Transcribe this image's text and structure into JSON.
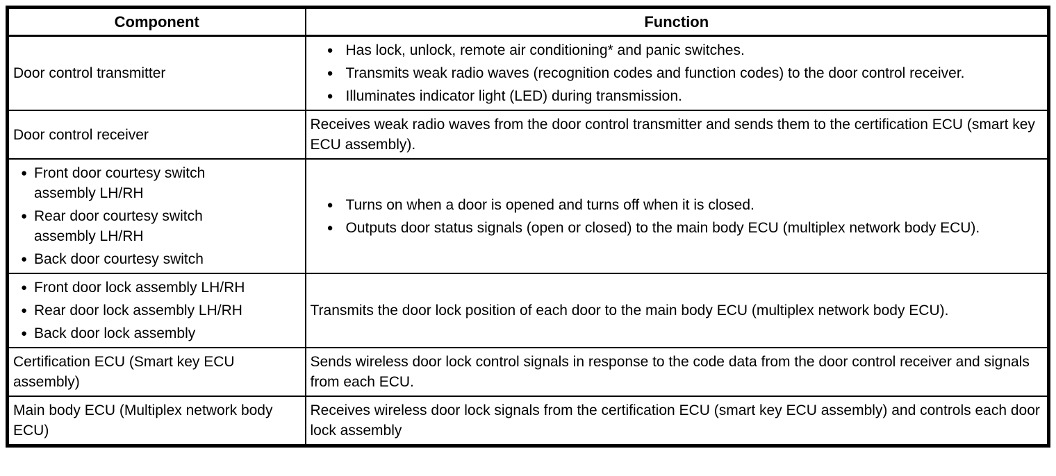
{
  "page": {
    "background_color": "#ffffff",
    "text_color": "#000000",
    "border_color": "#000000"
  },
  "table": {
    "headers": [
      "Component",
      "Function"
    ],
    "rows": [
      {
        "component": {
          "text": "Door control transmitter"
        },
        "function": {
          "bullets": [
            "Has lock, unlock, remote air conditioning* and panic switches.",
            "Transmits weak radio waves (recognition codes and function codes) to the door control receiver.",
            "Illuminates indicator light (LED) during transmission."
          ]
        }
      },
      {
        "component": {
          "text": "Door control receiver"
        },
        "function": {
          "text": "Receives weak radio waves from the door control transmitter and sends them to the certification ECU (smart key ECU assembly)."
        }
      },
      {
        "component": {
          "bullets": [
            "Front door courtesy switch assembly LH/RH",
            "Rear door courtesy switch assembly LH/RH",
            "Back door courtesy switch"
          ]
        },
        "function": {
          "bullets": [
            "Turns on when a door is opened and turns off when it is closed.",
            "Outputs door status signals (open or closed) to the main body ECU (multiplex network body ECU)."
          ]
        }
      },
      {
        "component": {
          "bullets": [
            "Front door lock assembly LH/RH",
            "Rear door lock assembly LH/RH",
            "Back door lock assembly"
          ]
        },
        "function": {
          "text": "Transmits the door lock position of each door to the main body ECU (multiplex network body ECU)."
        }
      },
      {
        "component": {
          "text": "Certification ECU (Smart key ECU assembly)"
        },
        "function": {
          "text": "Sends wireless door lock control signals in response to the code data from the door control receiver and signals from each ECU."
        }
      },
      {
        "component": {
          "text": "Main body ECU (Multiplex network body ECU)"
        },
        "function": {
          "text": "Receives wireless door lock signals from the certification ECU (smart key ECU assembly) and controls each door lock assembly"
        }
      }
    ]
  }
}
